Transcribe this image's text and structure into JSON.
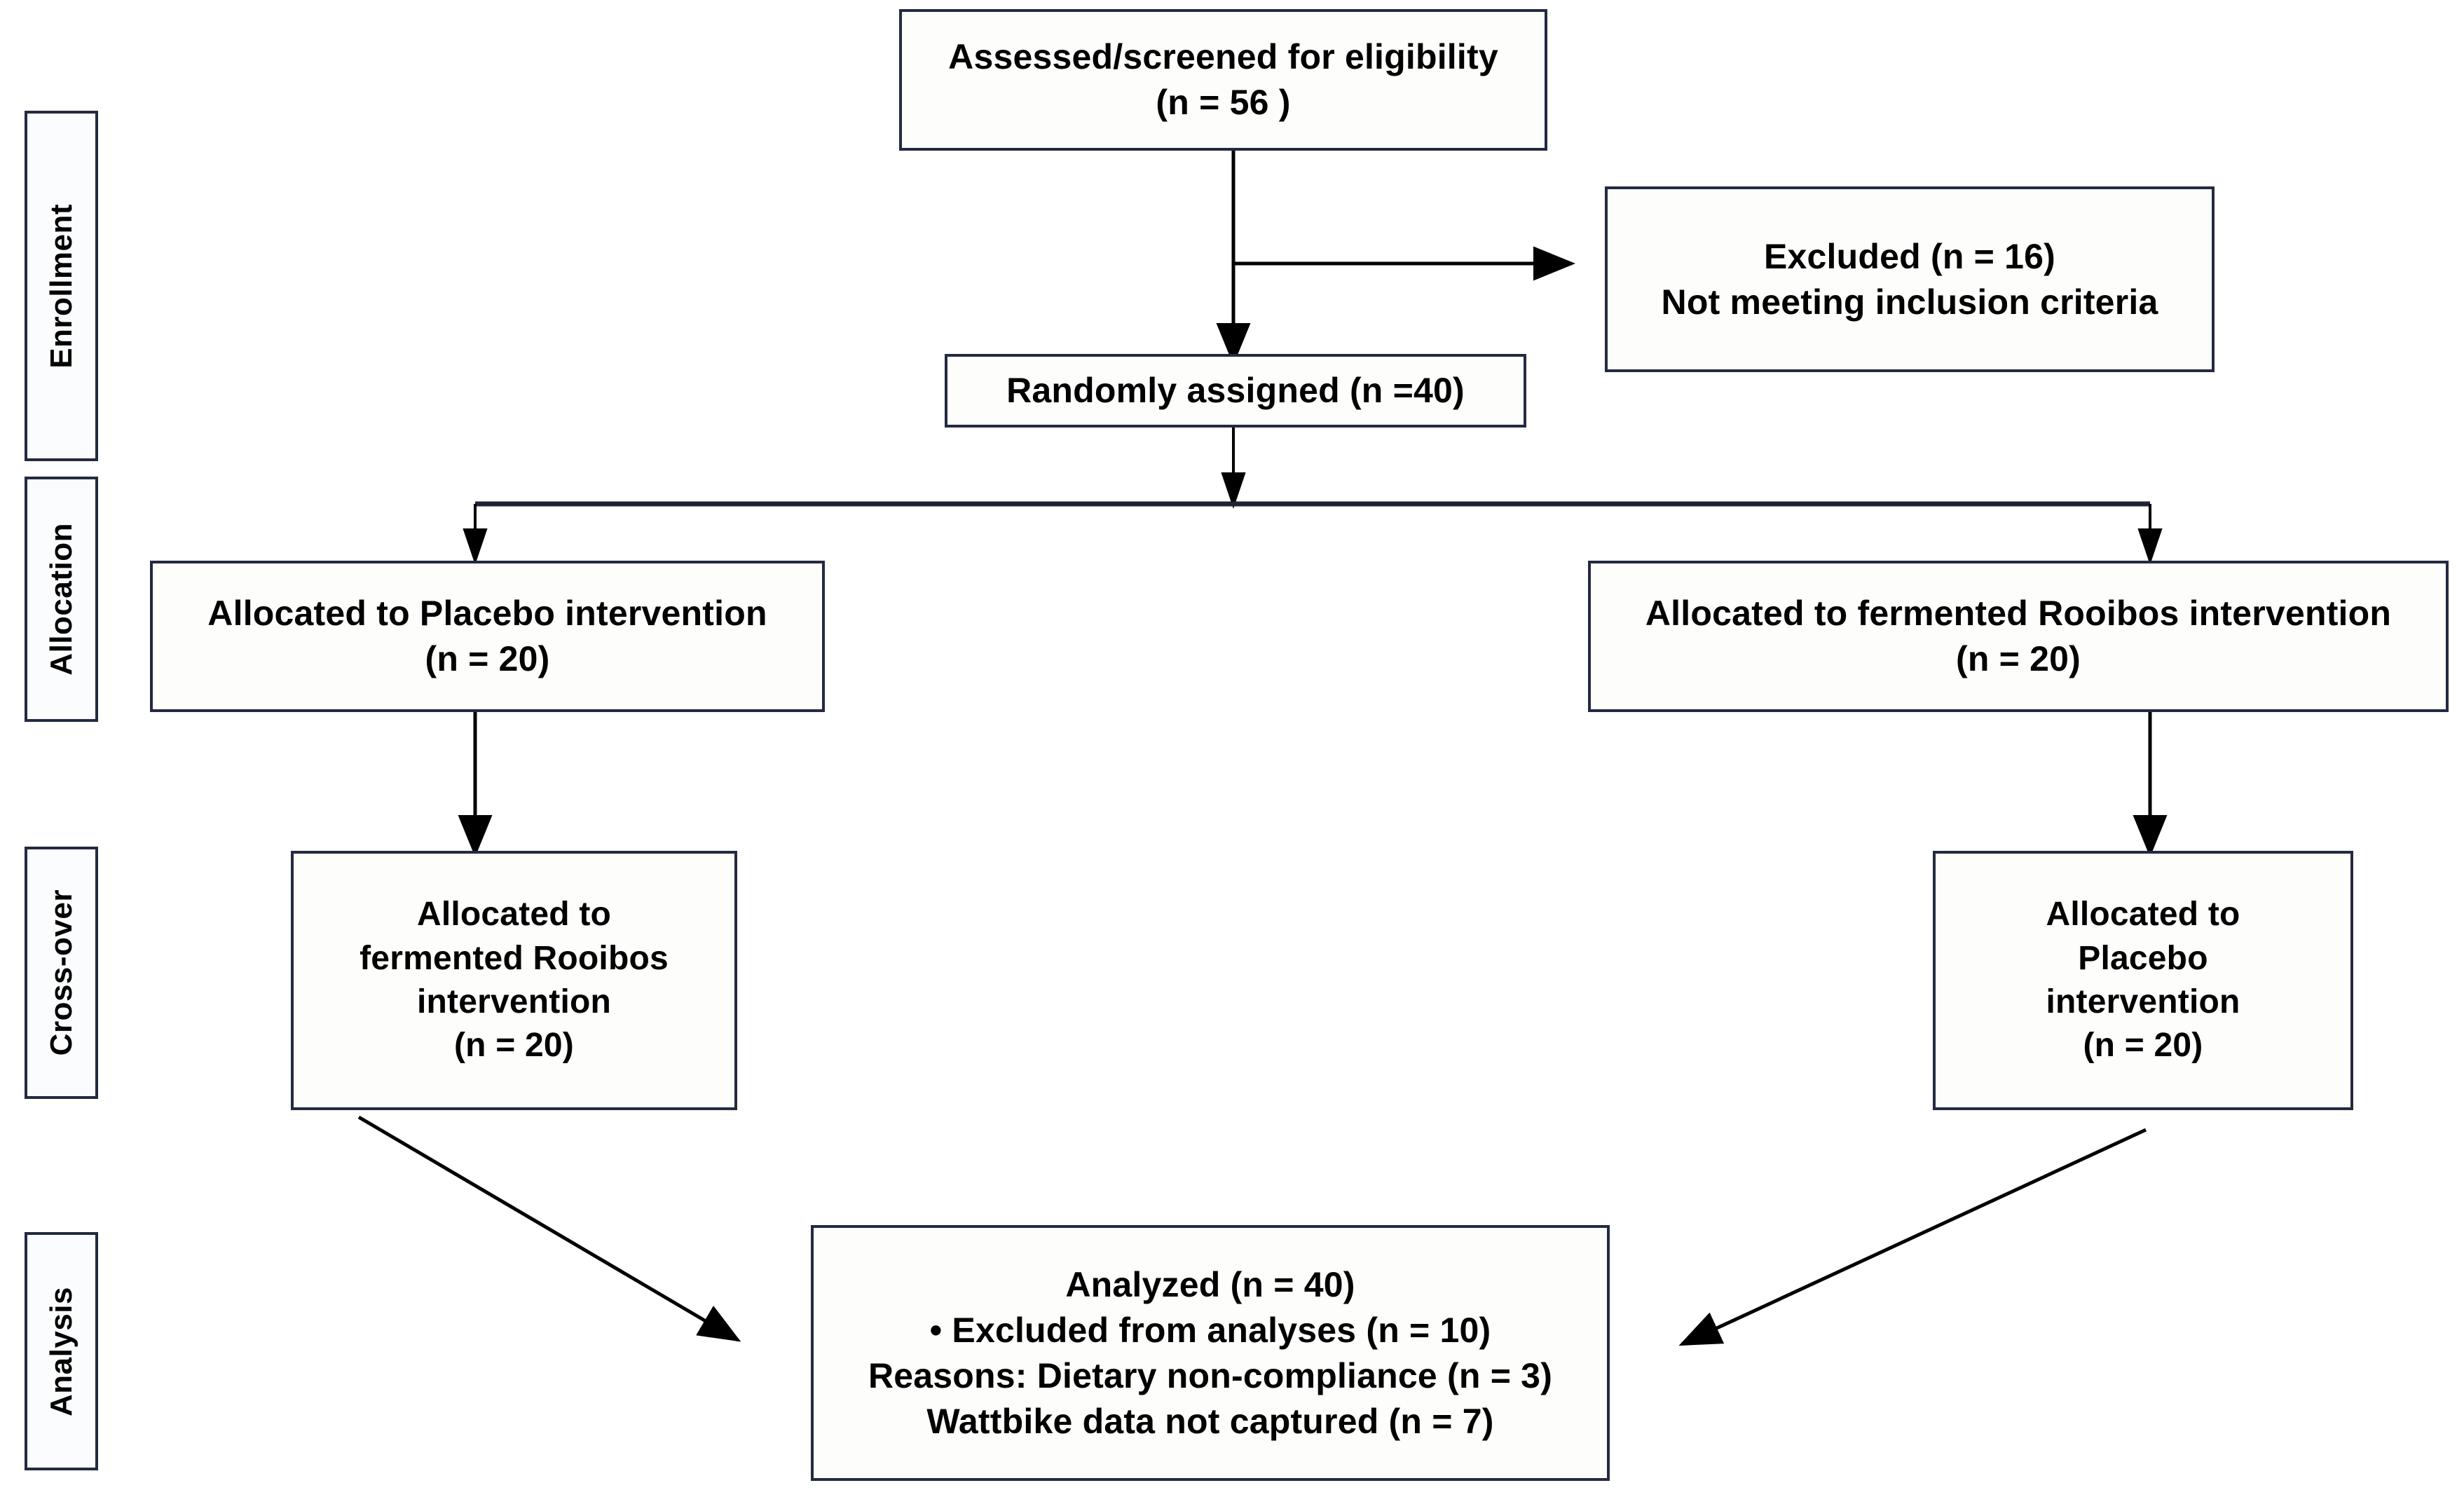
{
  "diagram": {
    "type": "consort-flow-diagram",
    "title": "CONSORT participant flow diagram",
    "border_color": "#232a40",
    "box_fill": "#fdfdfb",
    "line_color": "#000000"
  },
  "stages": [
    {
      "id": "enrollment",
      "label": "Enrollment"
    },
    {
      "id": "allocation",
      "label": "Allocation"
    },
    {
      "id": "crossover",
      "label": "Cross-over"
    },
    {
      "id": "analysis",
      "label": "Analysis"
    }
  ],
  "nodes": {
    "screened": {
      "name": "assessed-screened",
      "lines": [
        "Assessed/screened for eligibility",
        "(n = 56 )"
      ]
    },
    "excluded": {
      "name": "excluded",
      "lines": [
        "Excluded (n = 16)",
        "Not meeting inclusion criteria"
      ]
    },
    "randomized": {
      "name": "randomly-assigned",
      "lines": [
        "Randomly assigned  (n =40)"
      ]
    },
    "alloc_left": {
      "name": "allocated-placebo",
      "lines": [
        "Allocated to  Placebo intervention",
        "(n = 20)"
      ]
    },
    "alloc_right": {
      "name": "allocated-fermented-rooibos",
      "lines": [
        "Allocated to fermented Rooibos intervention",
        "(n = 20)"
      ]
    },
    "cross_left": {
      "name": "crossover-fermented-rooibos",
      "lines": [
        "Allocated to",
        "fermented Rooibos",
        "intervention",
        "(n = 20)"
      ]
    },
    "cross_right": {
      "name": "crossover-placebo",
      "lines": [
        "Allocated to",
        "Placebo",
        "intervention",
        "(n = 20)"
      ]
    },
    "analyzed": {
      "name": "analyzed",
      "lines": [
        "Analyzed (n = 40)",
        "• Excluded from analyses (n = 10)",
        "Reasons: Dietary non-compliance  (n = 3)",
        "Wattbike data not captured (n = 7)"
      ]
    }
  },
  "counts": {
    "assessed": 56,
    "excluded": 16,
    "randomized": 40,
    "allocated_placebo": 20,
    "allocated_rooibos": 20,
    "crossover_rooibos": 20,
    "crossover_placebo": 20,
    "analyzed": 40,
    "excluded_from_analyses": 10,
    "dietary_non_compliance": 3,
    "wattbike_not_captured": 7
  }
}
